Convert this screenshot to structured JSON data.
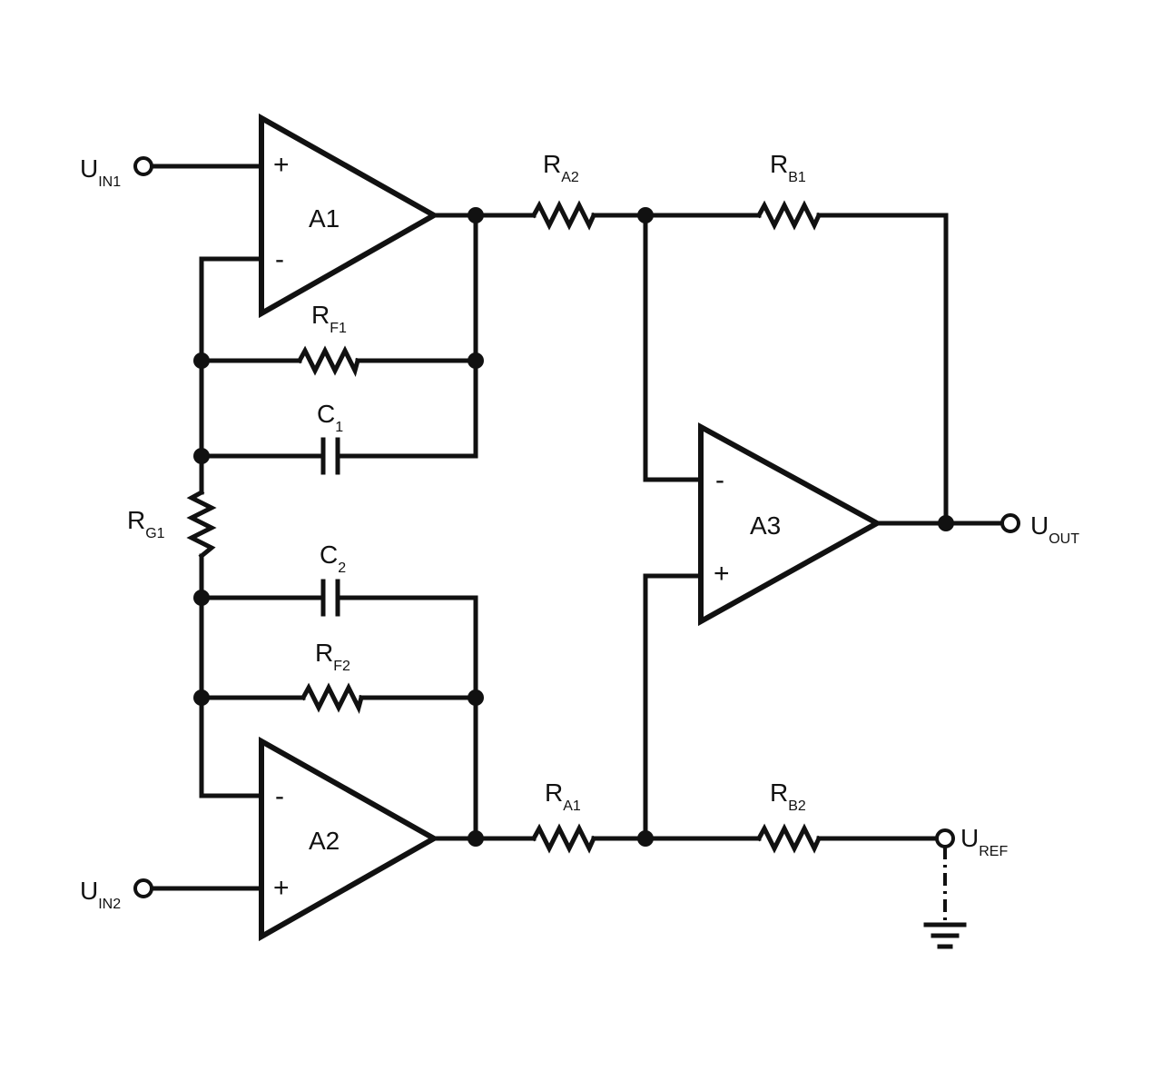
{
  "amplifiers": {
    "a1": "A1",
    "a2": "A2",
    "a3": "A3"
  },
  "signs": {
    "plus": "+",
    "minus": "-"
  },
  "labels": {
    "uin1": {
      "main": "U",
      "sub": "IN1"
    },
    "uin2": {
      "main": "U",
      "sub": "IN2"
    },
    "uout": {
      "main": "U",
      "sub": "OUT"
    },
    "uref": {
      "main": "U",
      "sub": "REF"
    },
    "ra2": {
      "main": "R",
      "sub": "A2"
    },
    "ra1": {
      "main": "R",
      "sub": "A1"
    },
    "rb1": {
      "main": "R",
      "sub": "B1"
    },
    "rb2": {
      "main": "R",
      "sub": "B2"
    },
    "rf1": {
      "main": "R",
      "sub": "F1"
    },
    "rf2": {
      "main": "R",
      "sub": "F2"
    },
    "rg1": {
      "main": "R",
      "sub": "G1"
    },
    "c1": {
      "main": "C",
      "sub": "1"
    },
    "c2": {
      "main": "C",
      "sub": "2"
    }
  },
  "colors": {
    "ink": "#111111",
    "background": "#ffffff"
  }
}
